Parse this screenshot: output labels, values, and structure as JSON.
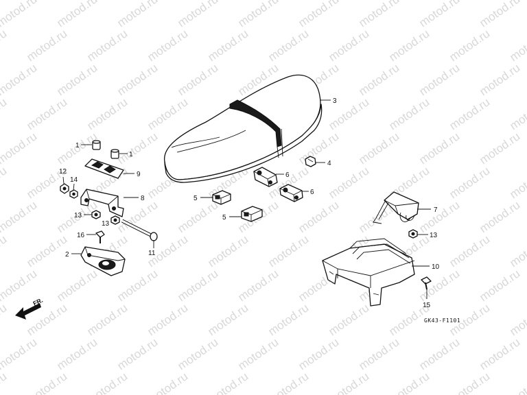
{
  "watermark": "motod.ru",
  "direction_label": "FR.",
  "diagram_code": "GK43-F1101",
  "callouts": {
    "c1a": "1",
    "c1b": "1",
    "c2": "2",
    "c3": "3",
    "c4": "4",
    "c5a": "5",
    "c5b": "5",
    "c6a": "6",
    "c6b": "6",
    "c7": "7",
    "c8": "8",
    "c9": "9",
    "c10": "10",
    "c11": "11",
    "c12": "12",
    "c13a": "13",
    "c13b": "13",
    "c13c": "13",
    "c14": "14",
    "c15": "15",
    "c16": "16"
  },
  "parts": {
    "seat": "seat-part",
    "rubber": "rubber-cushion-part",
    "bracket": "seat-bracket-part",
    "hinge": "hinge-part",
    "bolt": "bolt-part",
    "catch": "seat-catch-part",
    "tray": "tray-part"
  }
}
